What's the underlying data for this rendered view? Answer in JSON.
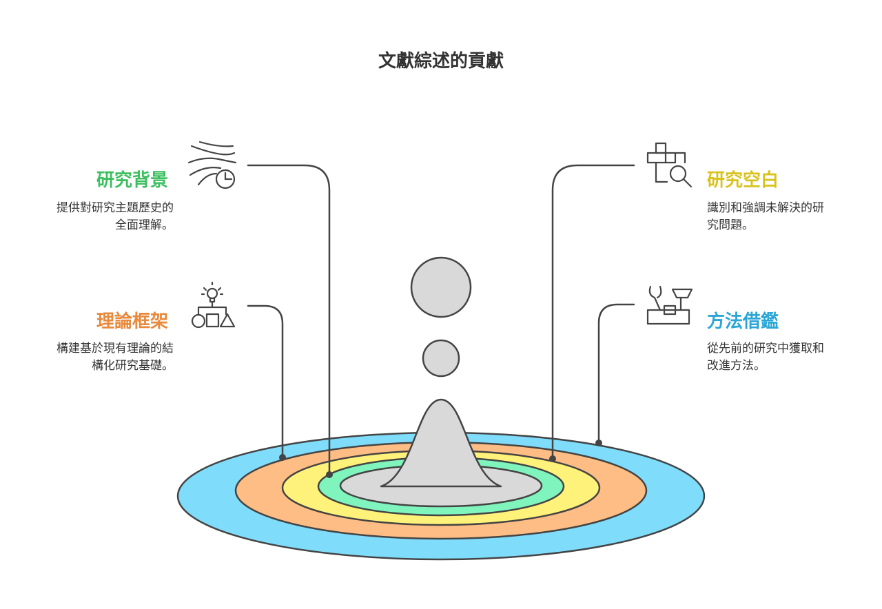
{
  "title": "文獻綜述的貢獻",
  "items": [
    {
      "key": "background",
      "heading": "研究背景",
      "desc_lines": [
        "提供對研究主題歷史的",
        "全面理解。"
      ],
      "color": "#3bbf5f",
      "icon": "wind-clock-icon"
    },
    {
      "key": "framework",
      "heading": "理論框架",
      "desc_lines": [
        "構建基於現有理論的結",
        "構化研究基礎。"
      ],
      "color": "#e8893c",
      "icon": "lightbulb-shapes-icon"
    },
    {
      "key": "gap",
      "heading": "研究空白",
      "desc_lines": [
        "識別和強調未解決的研",
        "究問題。"
      ],
      "color": "#d9c21c",
      "icon": "grid-magnifier-icon"
    },
    {
      "key": "methods",
      "heading": "方法借鑑",
      "desc_lines": [
        "從先前的研究中獲取和",
        "改進方法。"
      ],
      "color": "#2aa6d6",
      "icon": "toolbox-icon"
    }
  ],
  "ring_colors": [
    "#7fdcfb",
    "#fdbd84",
    "#fff27a",
    "#7ff4bc",
    "#d9d9d9"
  ]
}
